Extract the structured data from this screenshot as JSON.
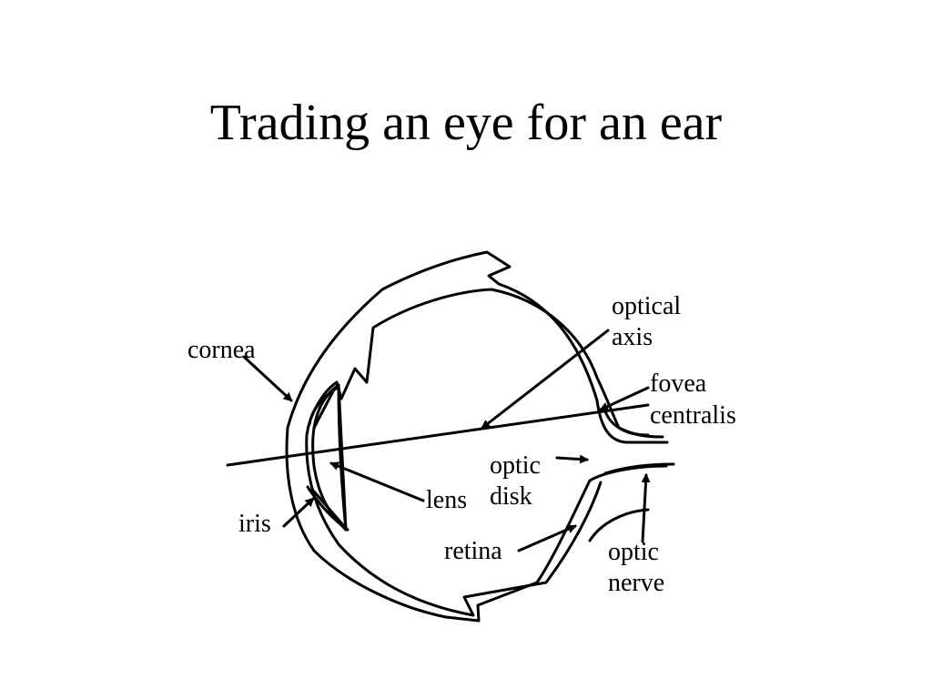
{
  "slide": {
    "title": "Trading an eye for an ear"
  },
  "diagram": {
    "labels": {
      "cornea": "cornea",
      "optical_axis_line1": "optical",
      "optical_axis_line2": "axis",
      "fovea_line1": "fovea",
      "fovea_line2": "centralis",
      "optic_disk_line1": "optic",
      "optic_disk_line2": "disk",
      "lens": "lens",
      "iris": "iris",
      "retina": "retina",
      "optic_nerve_line1": "optic",
      "optic_nerve_line2": "nerve"
    }
  }
}
